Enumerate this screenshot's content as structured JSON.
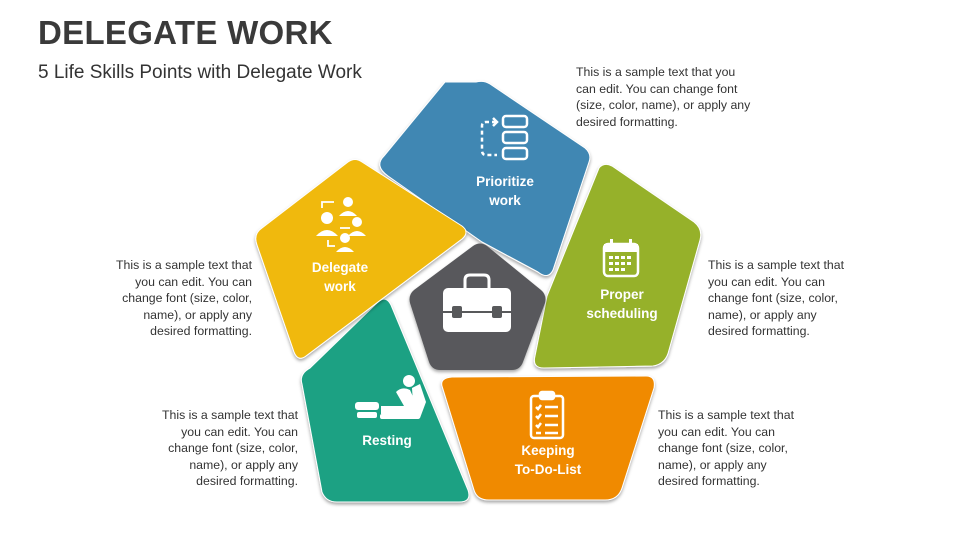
{
  "header": {
    "title": "DELEGATE WORK",
    "subtitle": "5 Life Skills Points with Delegate Work"
  },
  "segments": [
    {
      "id": "prioritize",
      "label_line1": "Prioritize",
      "label_line2": "work",
      "color": "#3f87b3",
      "icon": "flowchart-icon",
      "description": "This is a sample text that you can edit. You can change font (size, color, name), or apply any desired formatting."
    },
    {
      "id": "scheduling",
      "label_line1": "Proper",
      "label_line2": "scheduling",
      "color": "#96b12a",
      "icon": "calendar-icon",
      "description": "This is a sample text that you can edit. You can change font (size, color, name), or apply any desired formatting."
    },
    {
      "id": "todo",
      "label_line1": "Keeping",
      "label_line2": "To-Do-List",
      "color": "#f08a00",
      "icon": "checklist-icon",
      "description": "This is a sample text that you can edit. You can change font (size, color, name), or apply any desired formatting."
    },
    {
      "id": "resting",
      "label_line1": "Resting",
      "label_line2": "",
      "color": "#1ea183",
      "icon": "recliner-icon",
      "description": "This is a sample text that you can edit. You can change font (size, color, name), or apply any desired formatting."
    },
    {
      "id": "delegate",
      "label_line1": "Delegate",
      "label_line2": "work",
      "color": "#f0b90f",
      "icon": "team-delegation-icon",
      "description": "This is a sample text that you can edit. You can change font (size, color, name), or apply any desired formatting."
    }
  ],
  "center": {
    "icon": "briefcase-icon",
    "color": "#58595b"
  }
}
